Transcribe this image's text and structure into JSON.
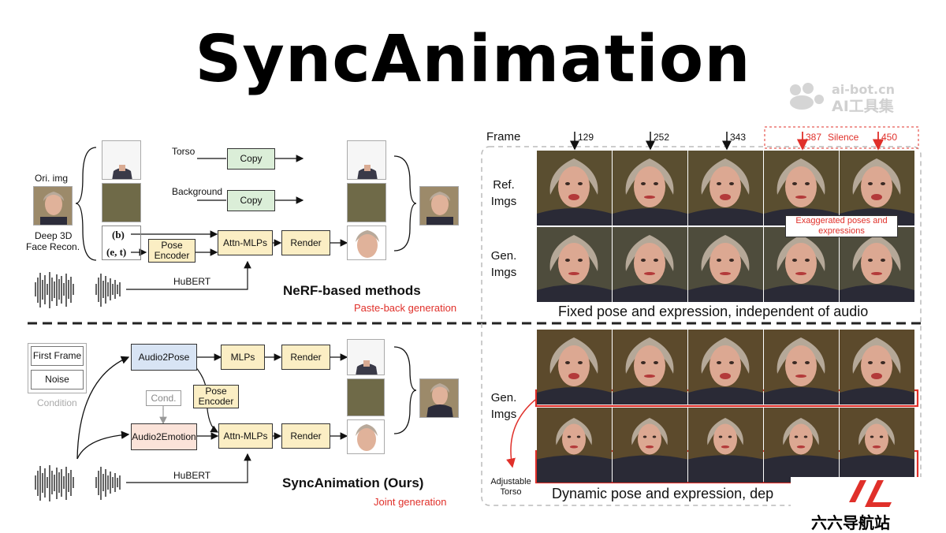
{
  "title": "SyncAnimation",
  "watermark": {
    "domain": "ai-bot.cn",
    "name": "AI工具集"
  },
  "top_left": {
    "ori_img": "Ori. img",
    "deep3d": "Deep 3D",
    "face_recon": "Face Recon.",
    "torso": "Torso",
    "background": "Background",
    "copy1": "Copy",
    "copy2": "Copy",
    "b_param": "(b)",
    "et_param": "(e, t)",
    "pose_encoder": "Pose Encoder",
    "attn_mlps": "Attn-MLPs",
    "render": "Render",
    "hubert": "HuBERT",
    "method_title": "NeRF-based methods",
    "method_sub": "Paste-back generation"
  },
  "bottom_left": {
    "first_frame": "First Frame",
    "noise": "Noise",
    "condition": "Condition",
    "audio2pose": "Audio2Pose",
    "cond": "Cond.",
    "audio2emotion": "Audio2Emotion",
    "pose_encoder": "Pose Encoder",
    "mlps": "MLPs",
    "render1": "Render",
    "attn_mlps": "Attn-MLPs",
    "render2": "Render",
    "hubert": "HuBERT",
    "method_title": "SyncAnimation (Ours)",
    "method_sub": "Joint generation"
  },
  "right_top": {
    "frame_label": "Frame",
    "frames": [
      "129",
      "252",
      "343",
      "387",
      "450"
    ],
    "silence": "Silence",
    "ref_label": "Ref. Imgs",
    "gen_label": "Gen. Imgs",
    "exaggerated": "Exaggerated poses and expressions",
    "caption": "Fixed pose and expression, independent of audio"
  },
  "right_bottom": {
    "gen_label": "Gen. Imgs",
    "adjustable": "Adjustable Torso",
    "caption": "Dynamic pose and expression, dep"
  },
  "brand": {
    "cn": "六六导航站"
  },
  "colors": {
    "accent_red": "#e0302a",
    "green_box": "#dbeed8",
    "yellow_box": "#fbeec4",
    "blue_box": "#d8e4f4",
    "pink_box": "#fbe3d9"
  }
}
